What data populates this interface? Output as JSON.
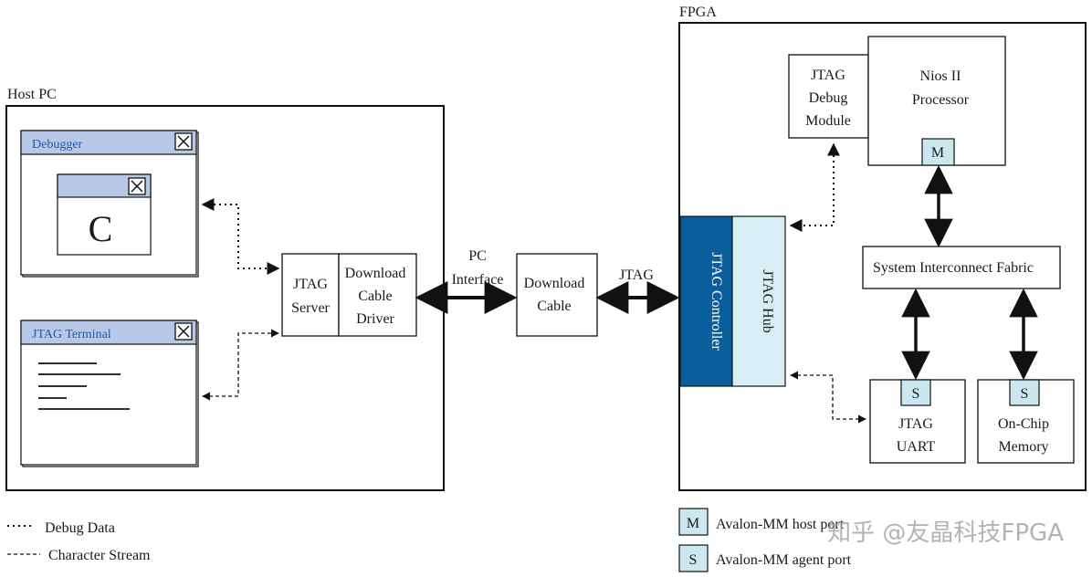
{
  "colors": {
    "titlebar": "#b8c9e8",
    "controller_fill": "#0b5e9c",
    "hub_fill": "#d6eef4",
    "port_fill": "#cbe7ef",
    "line": "#111111",
    "text_blue": "#1f5aa6",
    "watermark": "#9a9a9a"
  },
  "host_pc": {
    "label": "Host PC",
    "debugger": {
      "title": "Debugger",
      "inner_content": "C",
      "close_icon": "close-icon"
    },
    "jtag_terminal": {
      "title": "JTAG Terminal",
      "close_icon": "close-icon"
    },
    "jtag_server": [
      "JTAG",
      "Server"
    ],
    "download_cable_driver": [
      "Download",
      "Cable",
      "Driver"
    ]
  },
  "pc_interface": [
    "PC",
    "Interface"
  ],
  "download_cable": [
    "Download",
    "Cable"
  ],
  "jtag_link": "JTAG",
  "fpga": {
    "label": "FPGA",
    "jtag_controller": "JTAG Controller",
    "jtag_hub": "JTAG Hub",
    "jtag_debug_module": [
      "JTAG",
      "Debug",
      "Module"
    ],
    "nios": [
      "Nios II",
      "Processor"
    ],
    "nios_port": "M",
    "fabric": "System Interconnect  Fabric",
    "jtag_uart": [
      "JTAG",
      "UART"
    ],
    "uart_port": "S",
    "onchip": [
      "On-Chip",
      "Memory"
    ],
    "onchip_port": "S"
  },
  "legend": {
    "debug_data": "Debug Data",
    "character_stream": "Character Stream",
    "m_key": "M",
    "m_label": "Avalon-MM host port",
    "s_key": "S",
    "s_label": "Avalon-MM agent port"
  },
  "watermark": "知乎 @友晶科技FPGA"
}
